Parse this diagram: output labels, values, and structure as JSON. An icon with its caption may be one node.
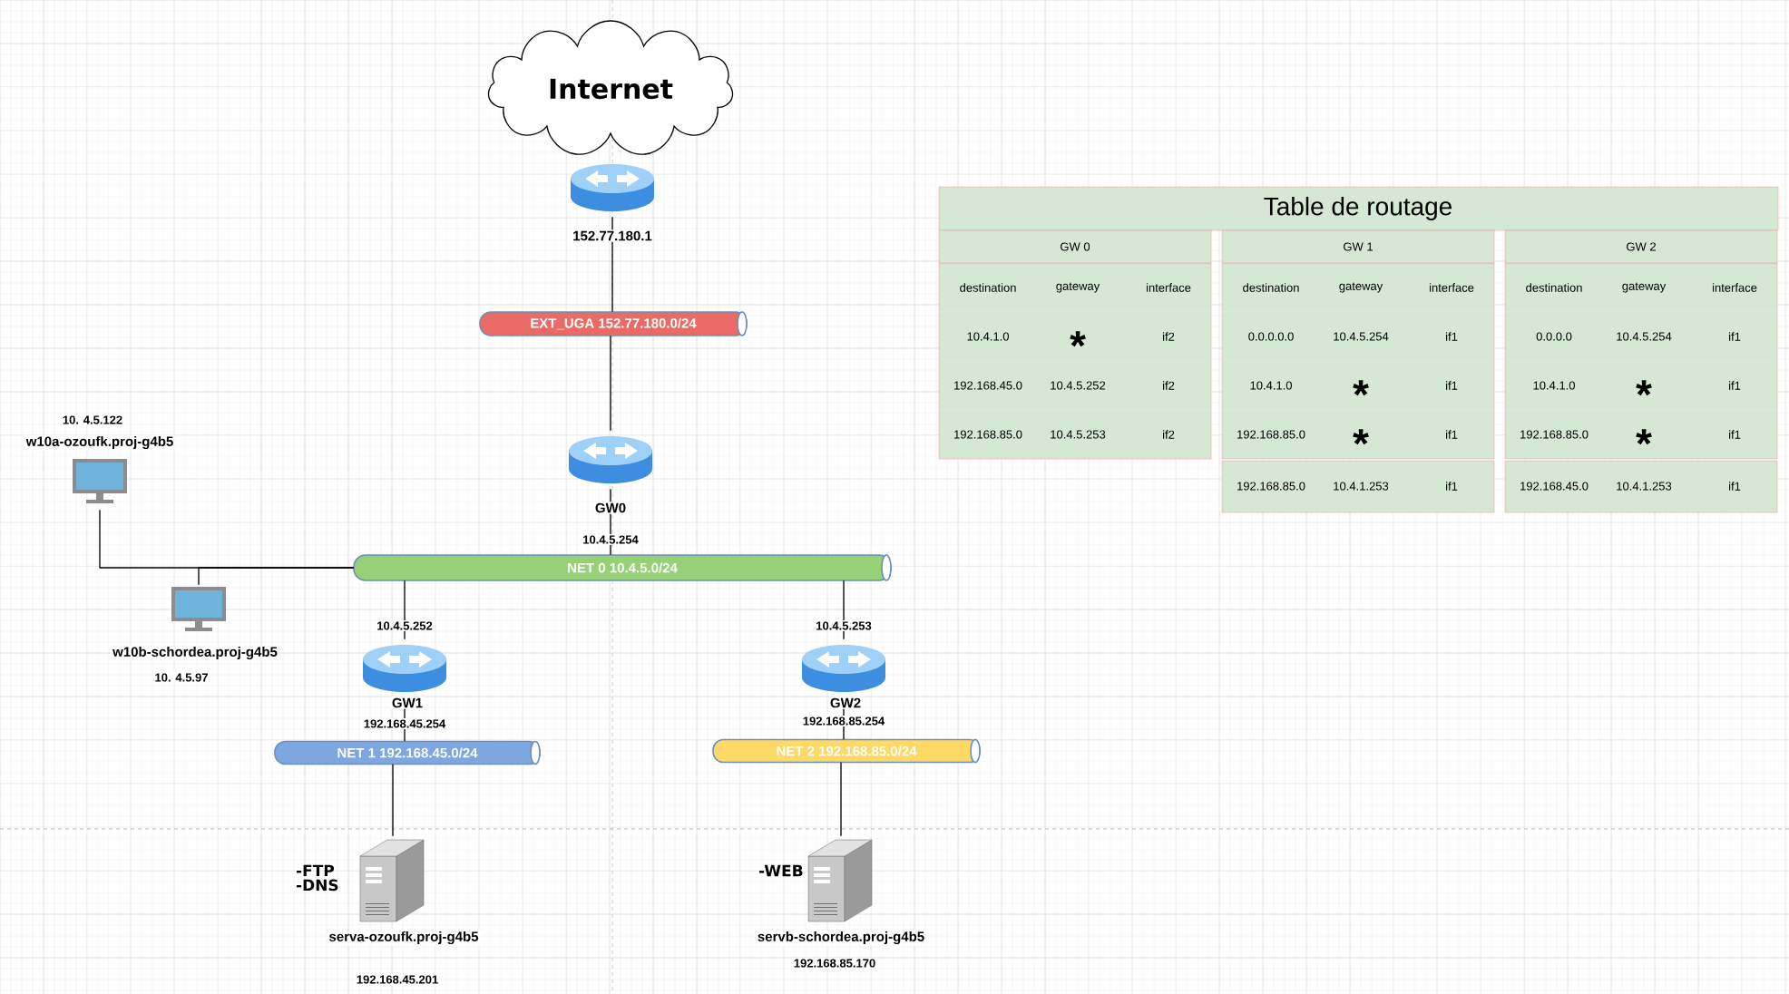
{
  "diagram": {
    "nodes": [
      {
        "text": [
          "Internet"
        ]
      },
      {
        "text": [],
        "shape": "router",
        "beside": [
          "152.77.180.1"
        ]
      },
      {
        "text": [
          "EXT_UGA 152.77.180.0/24"
        ]
      },
      {
        "text": [],
        "shape": "router",
        "beside": [
          "GW0"
        ]
      },
      {
        "text": [
          "NET 0 10.4.5.0/24"
        ]
      },
      {
        "text": [],
        "shape": "monitor",
        "beside": [
          "10. 4.5.122",
          "w10a-ozoufk.proj-g4b5"
        ]
      },
      {
        "text": [],
        "shape": "monitor",
        "beside": [
          "w10b-schordea.proj-g4b5",
          "10. 4.5.97"
        ]
      },
      {
        "text": [],
        "shape": "router",
        "beside": [
          "10.4.5.252",
          "GW1",
          "192.168.45.254"
        ]
      },
      {
        "text": [],
        "shape": "router",
        "beside": [
          "10.4.5.253",
          "GW2",
          "192.168.85.254"
        ]
      },
      {
        "text": [
          "NET 1 192.168.45.0/24"
        ]
      },
      {
        "text": [
          "NET 2 192.168.85.0/24"
        ]
      },
      {
        "text": [],
        "shape": "server",
        "beside": [
          "-FTP -DNS",
          "serva-ozoufk.proj-g4b5",
          "192.168.45.201"
        ]
      },
      {
        "text": [],
        "shape": "server",
        "beside": [
          "-WEB",
          "servb-schordea.proj-g4b5",
          "192.168.85.170"
        ]
      }
    ],
    "edges": [
      {
        "from": 1,
        "to": 2,
        "arrow": "none"
      },
      {
        "from": 2,
        "to": 3,
        "arrow": "none"
      },
      {
        "from": 3,
        "to": 4,
        "arrow": "none"
      },
      {
        "from": 5,
        "to": 4,
        "arrow": "none"
      },
      {
        "from": 6,
        "to": 4,
        "arrow": "none"
      },
      {
        "from": 4,
        "to": 7,
        "arrow": "none"
      },
      {
        "from": 4,
        "to": 8,
        "arrow": "none"
      },
      {
        "from": 7,
        "to": 9,
        "arrow": "none"
      },
      {
        "from": 8,
        "to": 10,
        "arrow": "none"
      },
      {
        "from": 9,
        "to": 11,
        "arrow": "none"
      },
      {
        "from": 10,
        "to": 12,
        "arrow": "none"
      }
    ],
    "labels": [
      "Table de routage",
      "GW 0",
      "GW 1",
      "GW 2",
      "destination",
      "gateway",
      "interface",
      "destination",
      "gateway",
      "interface",
      "destination",
      "gateway",
      "interface",
      "10.4.1.0",
      "*",
      "if2",
      "0.0.0.0.0",
      "10.4.5.254",
      "if1",
      "0.0.0.0",
      "10.4.5.254",
      "if1",
      "192.168.45.0",
      "10.4.5.252",
      "if2",
      "10.4.1.0",
      "*",
      "if1",
      "10.4.1.0",
      "*",
      "if1",
      "192.168.85.0",
      "10.4.5.253",
      "if2",
      "192.168.85.0",
      "*",
      "if1",
      "192.168.85.0",
      "*",
      "if1",
      "192.168.85.0",
      "10.4.1.253",
      "if1",
      "192.168.45.0",
      "10.4.1.253",
      "if1",
      "10.4.5.254"
    ]
  }
}
